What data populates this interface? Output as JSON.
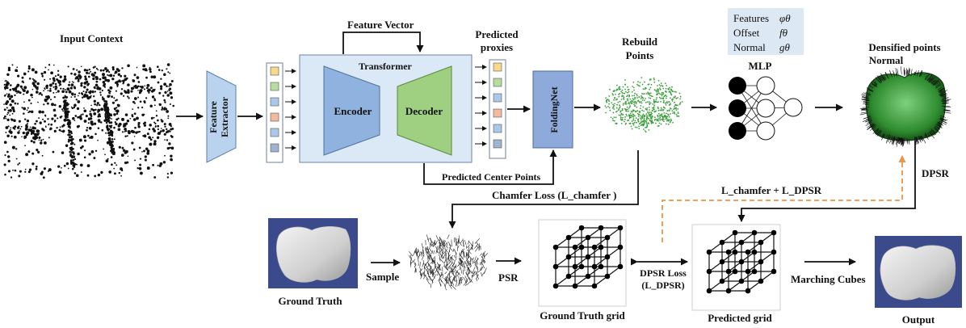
{
  "labels": {
    "input_context": "Input Context",
    "feature_extractor_1": "Feature",
    "feature_extractor_2": "Extractor",
    "feature_vector": "Feature Vector",
    "transformer": "Transformer",
    "encoder": "Encoder",
    "decoder": "Decoder",
    "predicted_proxies_1": "Predicted",
    "predicted_proxies_2": "proxies",
    "foldingnet": "FoldingNet",
    "predicted_center_points": "Predicted Center Points",
    "rebuild_points_1": "Rebuild",
    "rebuild_points_2": "Points",
    "mlp": "MLP",
    "densified_1": "Densified points",
    "densified_2": "Normal",
    "dpsr": "DPSR",
    "loss_combined": "L_chamfer + L_DPSR",
    "chamfer_loss": "Chamfer Loss (L_chamfer )",
    "ground_truth": "Ground Truth",
    "sample": "Sample",
    "psr": "PSR",
    "ground_truth_grid": "Ground Truth grid",
    "dpsr_loss_1": "DPSR Loss",
    "dpsr_loss_2": "(L_DPSR)",
    "predicted_grid": "Predicted grid",
    "marching_cubes": "Marching Cubes",
    "output": "Output"
  },
  "mlp_legend": [
    {
      "name": "Features",
      "symbol": "φθ"
    },
    {
      "name": "Offset",
      "symbol": "fθ"
    },
    {
      "name": "Normal",
      "symbol": "gθ"
    }
  ],
  "colors": {
    "feature_extractor": "#b9d3ee",
    "transformer_bg": "#dbe8f6",
    "encoder": "#8fb3de",
    "decoder": "#9fcf80",
    "foldingnet": "#8eaadb",
    "rebuild_points": "#3f9f3f",
    "densified_green": "#2e8b2e",
    "dashed_orange": "#e8964a",
    "legend_bg": "#dde8f5",
    "token_colors": [
      "#f7d98b",
      "#b7dca0",
      "#a9c8ea",
      "#f4b9a0",
      "#a9c8ea",
      "#9fb2cf"
    ],
    "proxy_colors": [
      "#f7d98b",
      "#b7dca0",
      "#a9c8ea",
      "#f4b9a0",
      "#a9c8ea",
      "#9fb2cf"
    ]
  }
}
